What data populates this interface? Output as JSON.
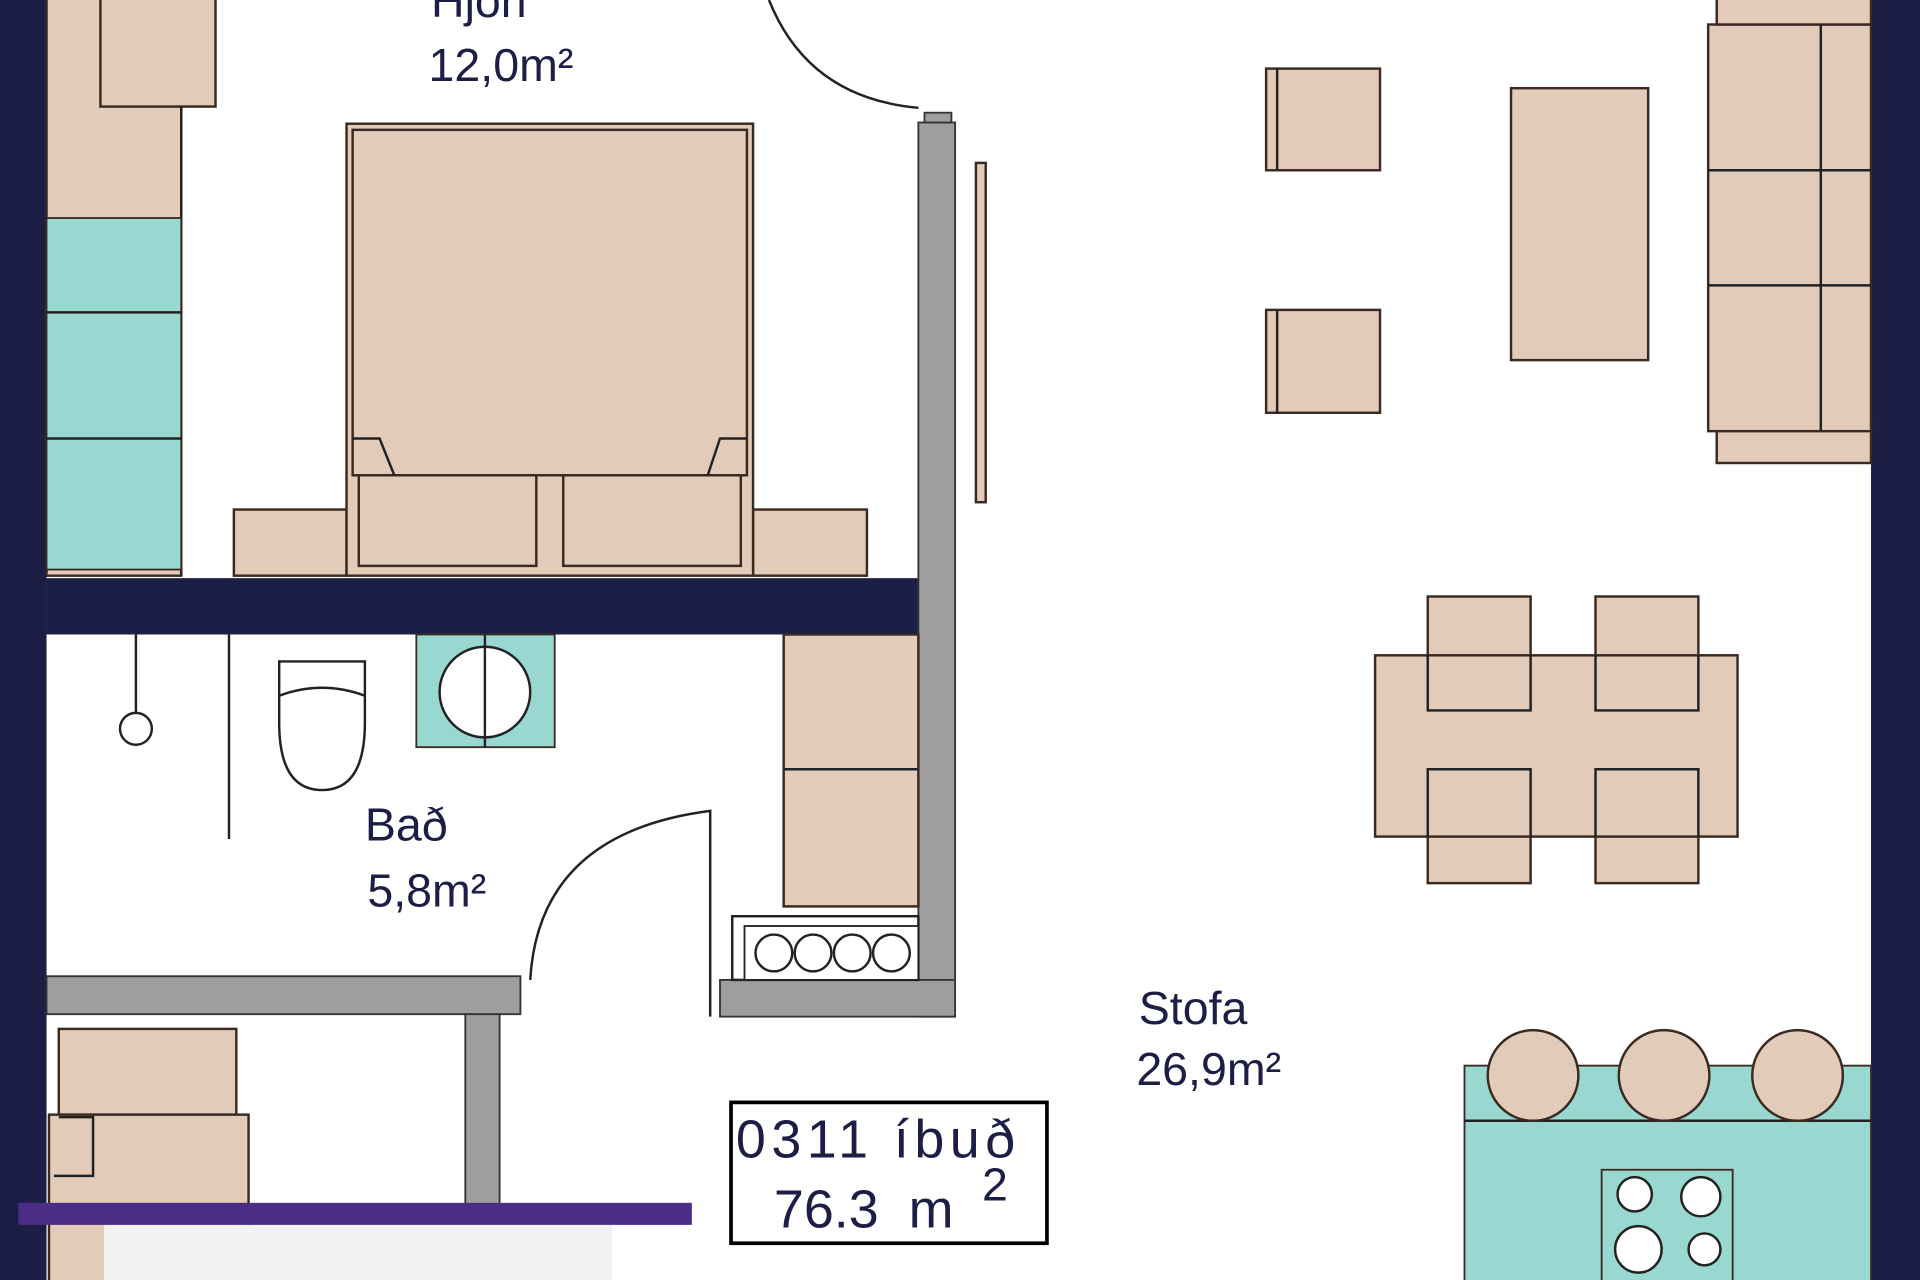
{
  "rooms": [
    {
      "name": "Hjón",
      "area": "12,0m²"
    },
    {
      "name": "Bað",
      "area": "5,8m²"
    },
    {
      "name": "Stofa",
      "area": "26,9m²"
    }
  ],
  "unit": {
    "label": "0311 íbuð",
    "area": "76.3  m",
    "area_sup": "2"
  },
  "colors": {
    "wall": "#1c1e45",
    "furniture": "#e2cbb9",
    "fixture": "#99d8d0",
    "interior_wall": "#9e9e9e",
    "bar": "#4a2d86"
  }
}
